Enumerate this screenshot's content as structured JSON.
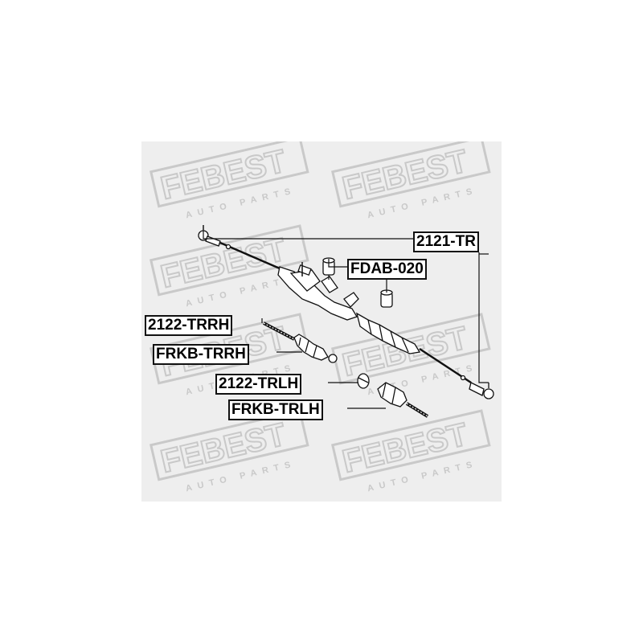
{
  "watermark": {
    "brand": "FEBEST",
    "tagline": "AUTO PARTS",
    "color": "#c9c9c9"
  },
  "callouts": {
    "tie_rod_end": "2121-TR",
    "rack_bushing": "FDAB-020",
    "inner_tie_rod_right": "2122-TRRH",
    "boot_right": "FRKB-TRRH",
    "inner_tie_rod_left": "2122-TRLH",
    "boot_left": "FRKB-TRLH"
  },
  "colors": {
    "background": "#eeeeee",
    "line": "#111111"
  }
}
